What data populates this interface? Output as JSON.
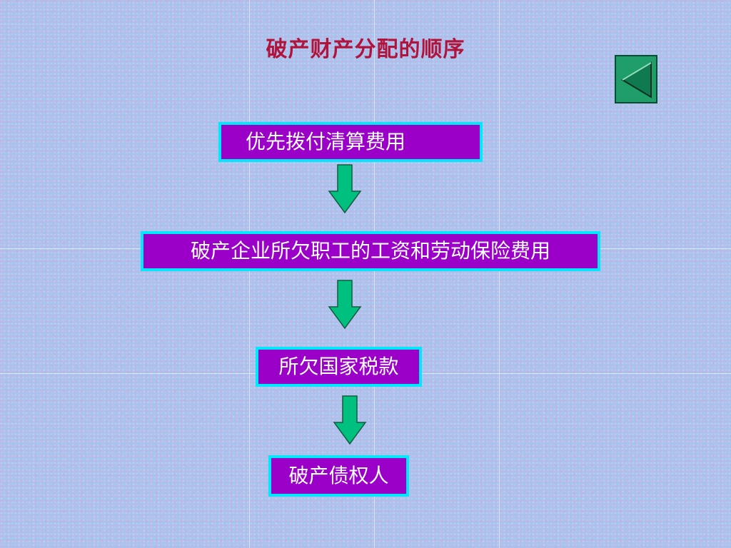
{
  "slide": {
    "title": "破产财产分配的顺序",
    "back_icon": "left-triangle-icon"
  },
  "flow": {
    "steps": [
      "优先拨付清算费用",
      "破产企业所欠职工的工资和劳动保险费用",
      "所欠国家税款",
      "破产债权人"
    ]
  },
  "colors": {
    "title": "#b0143c",
    "box_fill": "#9a00c8",
    "box_border": "#00e8ff",
    "arrow_fill": "#00c080",
    "back_button": "#1f9e6a"
  }
}
